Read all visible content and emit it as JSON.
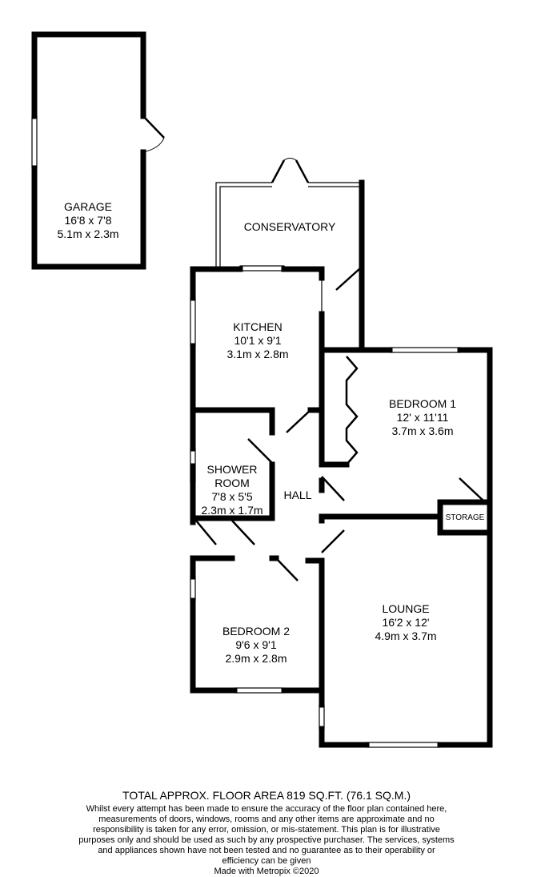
{
  "rooms": {
    "garage": {
      "name": "GARAGE",
      "imperial": "16'8 x 7'8",
      "metric": "5.1m x 2.3m"
    },
    "conservatory": {
      "name": "CONSERVATORY"
    },
    "kitchen": {
      "name": "KITCHEN",
      "imperial": "10'1 x 9'1",
      "metric": "3.1m x 2.8m"
    },
    "bedroom1": {
      "name": "BEDROOM 1",
      "imperial": "12' x 11'11",
      "metric": "3.7m x 3.6m"
    },
    "shower": {
      "name1": "SHOWER",
      "name2": "ROOM",
      "imperial": "7'8 x 5'5",
      "metric": "2.3m x 1.7m"
    },
    "hall": {
      "name": "HALL"
    },
    "storage": {
      "name": "STORAGE"
    },
    "lounge": {
      "name": "LOUNGE",
      "imperial": "16'2 x 12'",
      "metric": "4.9m x 3.7m"
    },
    "bedroom2": {
      "name": "BEDROOM 2",
      "imperial": "9'6 x 9'1",
      "metric": "2.9m x 2.8m"
    }
  },
  "footer": {
    "total": "TOTAL APPROX. FLOOR AREA 819 SQ.FT. (76.1 SQ.M.)",
    "disclaimer": "Whilst every attempt has been made to ensure the accuracy of the floor plan contained here, measurements of doors, windows, rooms and any other items are approximate and no responsibility is taken for any error, omission, or mis-statement. This plan is for illustrative purposes only and should be used as such by any prospective purchaser. The services, systems and appliances shown have not been tested and no guarantee as to their operability or efficiency can be given",
    "credit": "Made with Metropix ©2020"
  }
}
